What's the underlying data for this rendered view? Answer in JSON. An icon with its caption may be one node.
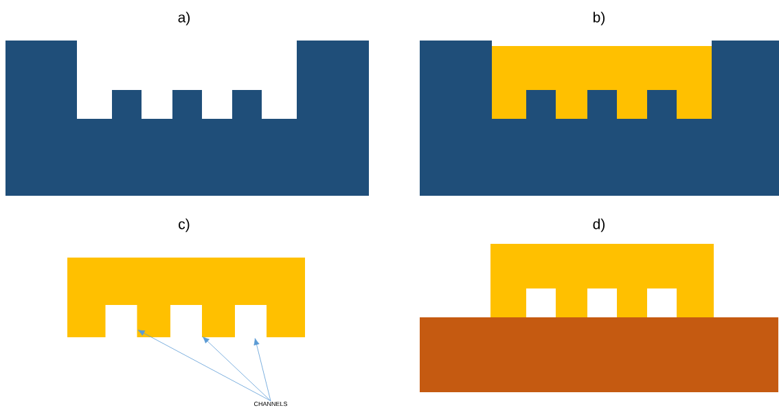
{
  "diagram": {
    "nodes": [
      {
        "text": [
          "CHANNELS"
        ]
      },
      {
        "text": [],
        "shape": "box"
      },
      {
        "text": [],
        "shape": "box"
      },
      {
        "text": [],
        "shape": "box"
      }
    ],
    "edges": [
      {
        "from": 0,
        "to": 1,
        "arrow": "to"
      },
      {
        "from": 0,
        "to": 2,
        "arrow": "to"
      },
      {
        "from": 0,
        "to": 3,
        "arrow": "to"
      }
    ],
    "labels": [
      "a)",
      "b)",
      "c)",
      "d)"
    ]
  }
}
